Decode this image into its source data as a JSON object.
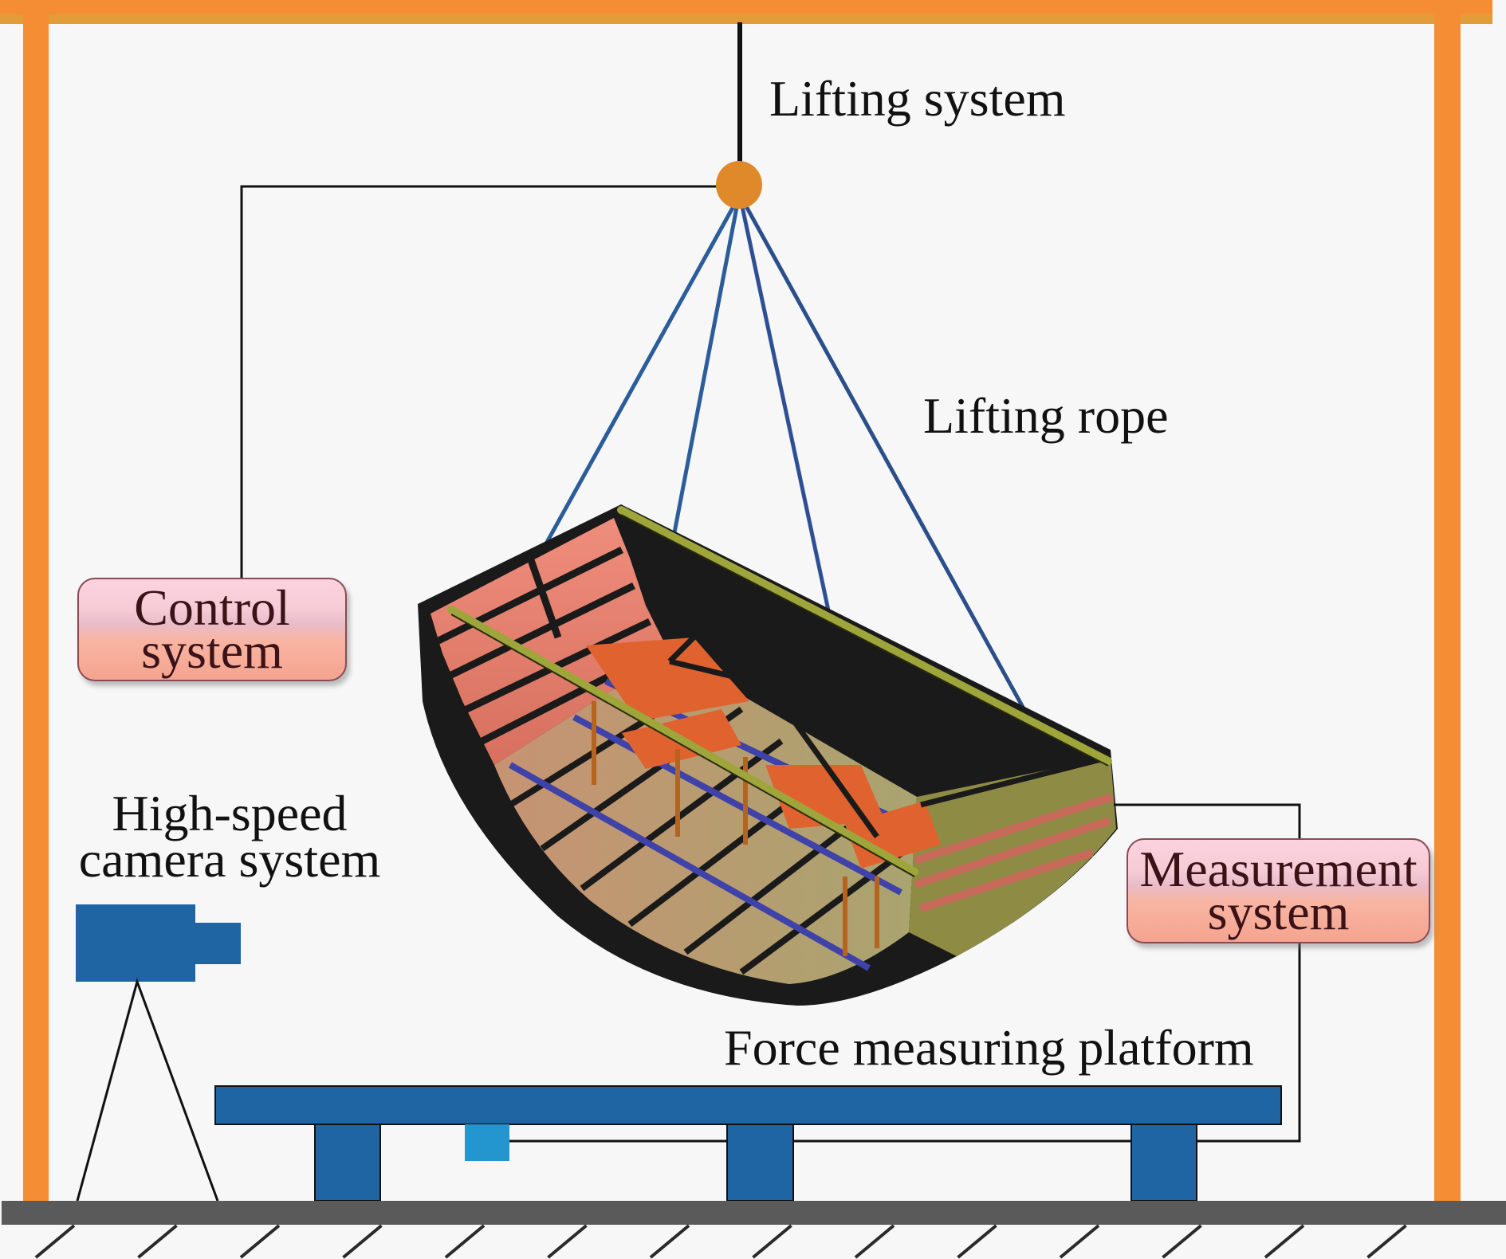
{
  "figure": {
    "labels": {
      "lifting_system": "Lifting system",
      "lifting_rope": "Lifting rope",
      "control_system": [
        "Control",
        "system"
      ],
      "camera_system": [
        "High-speed",
        "camera system"
      ],
      "measurement_system": [
        "Measurement",
        "system"
      ],
      "force_platform": "Force measuring platform"
    },
    "colors": {
      "frame_orange": "#f58d35",
      "platform_blue": "#1f65a4",
      "sensor_blue": "#2396cf",
      "ground_gray": "#5a5a5a",
      "rope_blue": "#2a5d9a",
      "pulley_orange": "#e0892a",
      "box_pink_top": "#fbd3de",
      "box_salmon_bottom": "#f4a48f"
    },
    "components": [
      {
        "id": "lifting-system",
        "kind": "pulley"
      },
      {
        "id": "lifting-rope",
        "kind": "rope",
        "count": 4
      },
      {
        "id": "hull-model",
        "kind": "3d-frame"
      },
      {
        "id": "control-system",
        "kind": "box"
      },
      {
        "id": "measurement-system",
        "kind": "box"
      },
      {
        "id": "high-speed-camera",
        "kind": "camera-on-tripod"
      },
      {
        "id": "force-measuring-platform",
        "kind": "platform",
        "legs": 3,
        "sensors": 1
      }
    ]
  }
}
